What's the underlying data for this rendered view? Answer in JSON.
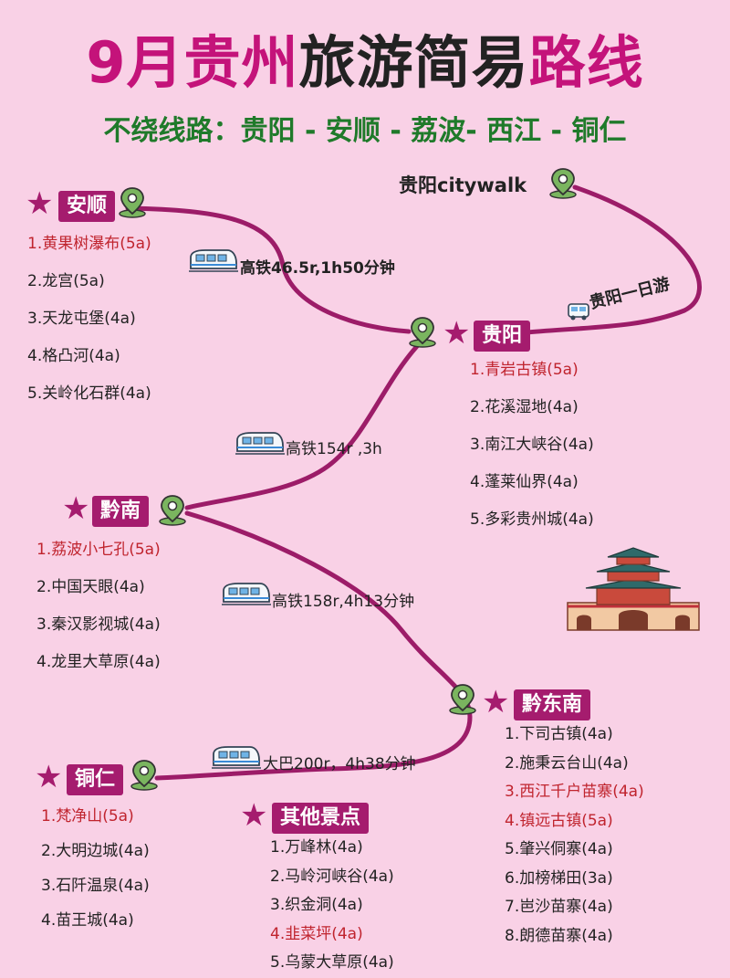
{
  "title": {
    "part1": "9月贵州",
    "part2": "旅游简易",
    "part3": "路线"
  },
  "subtitle": "不绕线路：贵阳 - 安顺 - 荔波- 西江 - 铜仁",
  "colors": {
    "route": "#9c1c68",
    "badge": "#a51c6e",
    "highlight": "#c0242e",
    "subtitle": "#1f7a2a",
    "background": "#f9d1e6"
  },
  "icons": {
    "pin": "location-pin-icon",
    "star": "star-icon",
    "train": "train-icon",
    "bus": "bus-icon",
    "tower": "drum-tower-illustration"
  },
  "citywalk": "贵阳citywalk",
  "legs": {
    "guiyang_day": "贵阳一日游",
    "to_anshun": "高铁46.5r,1h50分钟",
    "to_qiannan": "高铁154r ,3h",
    "to_qiandongnan": "高铁158r,4h13分钟",
    "to_tongren": "大巴200r，4h38分钟"
  },
  "cities": {
    "anshun": {
      "name": "安顺",
      "spots": [
        {
          "text": "1.黄果树瀑布(5a)",
          "hl": true
        },
        {
          "text": "2.龙宫(5a)",
          "hl": false
        },
        {
          "text": "3.天龙屯堡(4a)",
          "hl": false
        },
        {
          "text": "4.格凸河(4a)",
          "hl": false
        },
        {
          "text": "5.关岭化石群(4a)",
          "hl": false
        }
      ]
    },
    "guiyang": {
      "name": "贵阳",
      "spots": [
        {
          "text": "1.青岩古镇(5a)",
          "hl": true
        },
        {
          "text": "2.花溪湿地(4a)",
          "hl": false
        },
        {
          "text": "3.南江大峡谷(4a)",
          "hl": false
        },
        {
          "text": "4.蓬莱仙界(4a)",
          "hl": false
        },
        {
          "text": "5.多彩贵州城(4a)",
          "hl": false
        }
      ]
    },
    "qiannan": {
      "name": "黔南",
      "spots": [
        {
          "text": "1.荔波小七孔(5a)",
          "hl": true
        },
        {
          "text": "2.中国天眼(4a)",
          "hl": false
        },
        {
          "text": "3.秦汉影视城(4a)",
          "hl": false
        },
        {
          "text": "4.龙里大草原(4a)",
          "hl": false
        }
      ]
    },
    "qiandongnan": {
      "name": "黔东南",
      "spots": [
        {
          "text": "1.下司古镇(4a)",
          "hl": false
        },
        {
          "text": "2.施秉云台山(4a)",
          "hl": false
        },
        {
          "text": "3.西江千户苗寨(4a)",
          "hl": true
        },
        {
          "text": "4.镇远古镇(5a)",
          "hl": true
        },
        {
          "text": "5.肇兴侗寨(4a)",
          "hl": false
        },
        {
          "text": "6.加榜梯田(3a)",
          "hl": false
        },
        {
          "text": "7.岜沙苗寨(4a)",
          "hl": false
        },
        {
          "text": "8.朗德苗寨(4a)",
          "hl": false
        }
      ]
    },
    "tongren": {
      "name": "铜仁",
      "spots": [
        {
          "text": "1.梵净山(5a)",
          "hl": true
        },
        {
          "text": "2.大明边城(4a)",
          "hl": false
        },
        {
          "text": "3.石阡温泉(4a)",
          "hl": false
        },
        {
          "text": "4.苗王城(4a)",
          "hl": false
        }
      ]
    },
    "others": {
      "name": "其他景点",
      "spots": [
        {
          "text": "1.万峰林(4a)",
          "hl": false
        },
        {
          "text": "2.马岭河峡谷(4a)",
          "hl": false
        },
        {
          "text": "3.织金洞(4a)",
          "hl": false
        },
        {
          "text": "4.韭菜坪(4a)",
          "hl": true
        },
        {
          "text": "5.乌蒙大草原(4a)",
          "hl": false
        }
      ]
    }
  }
}
